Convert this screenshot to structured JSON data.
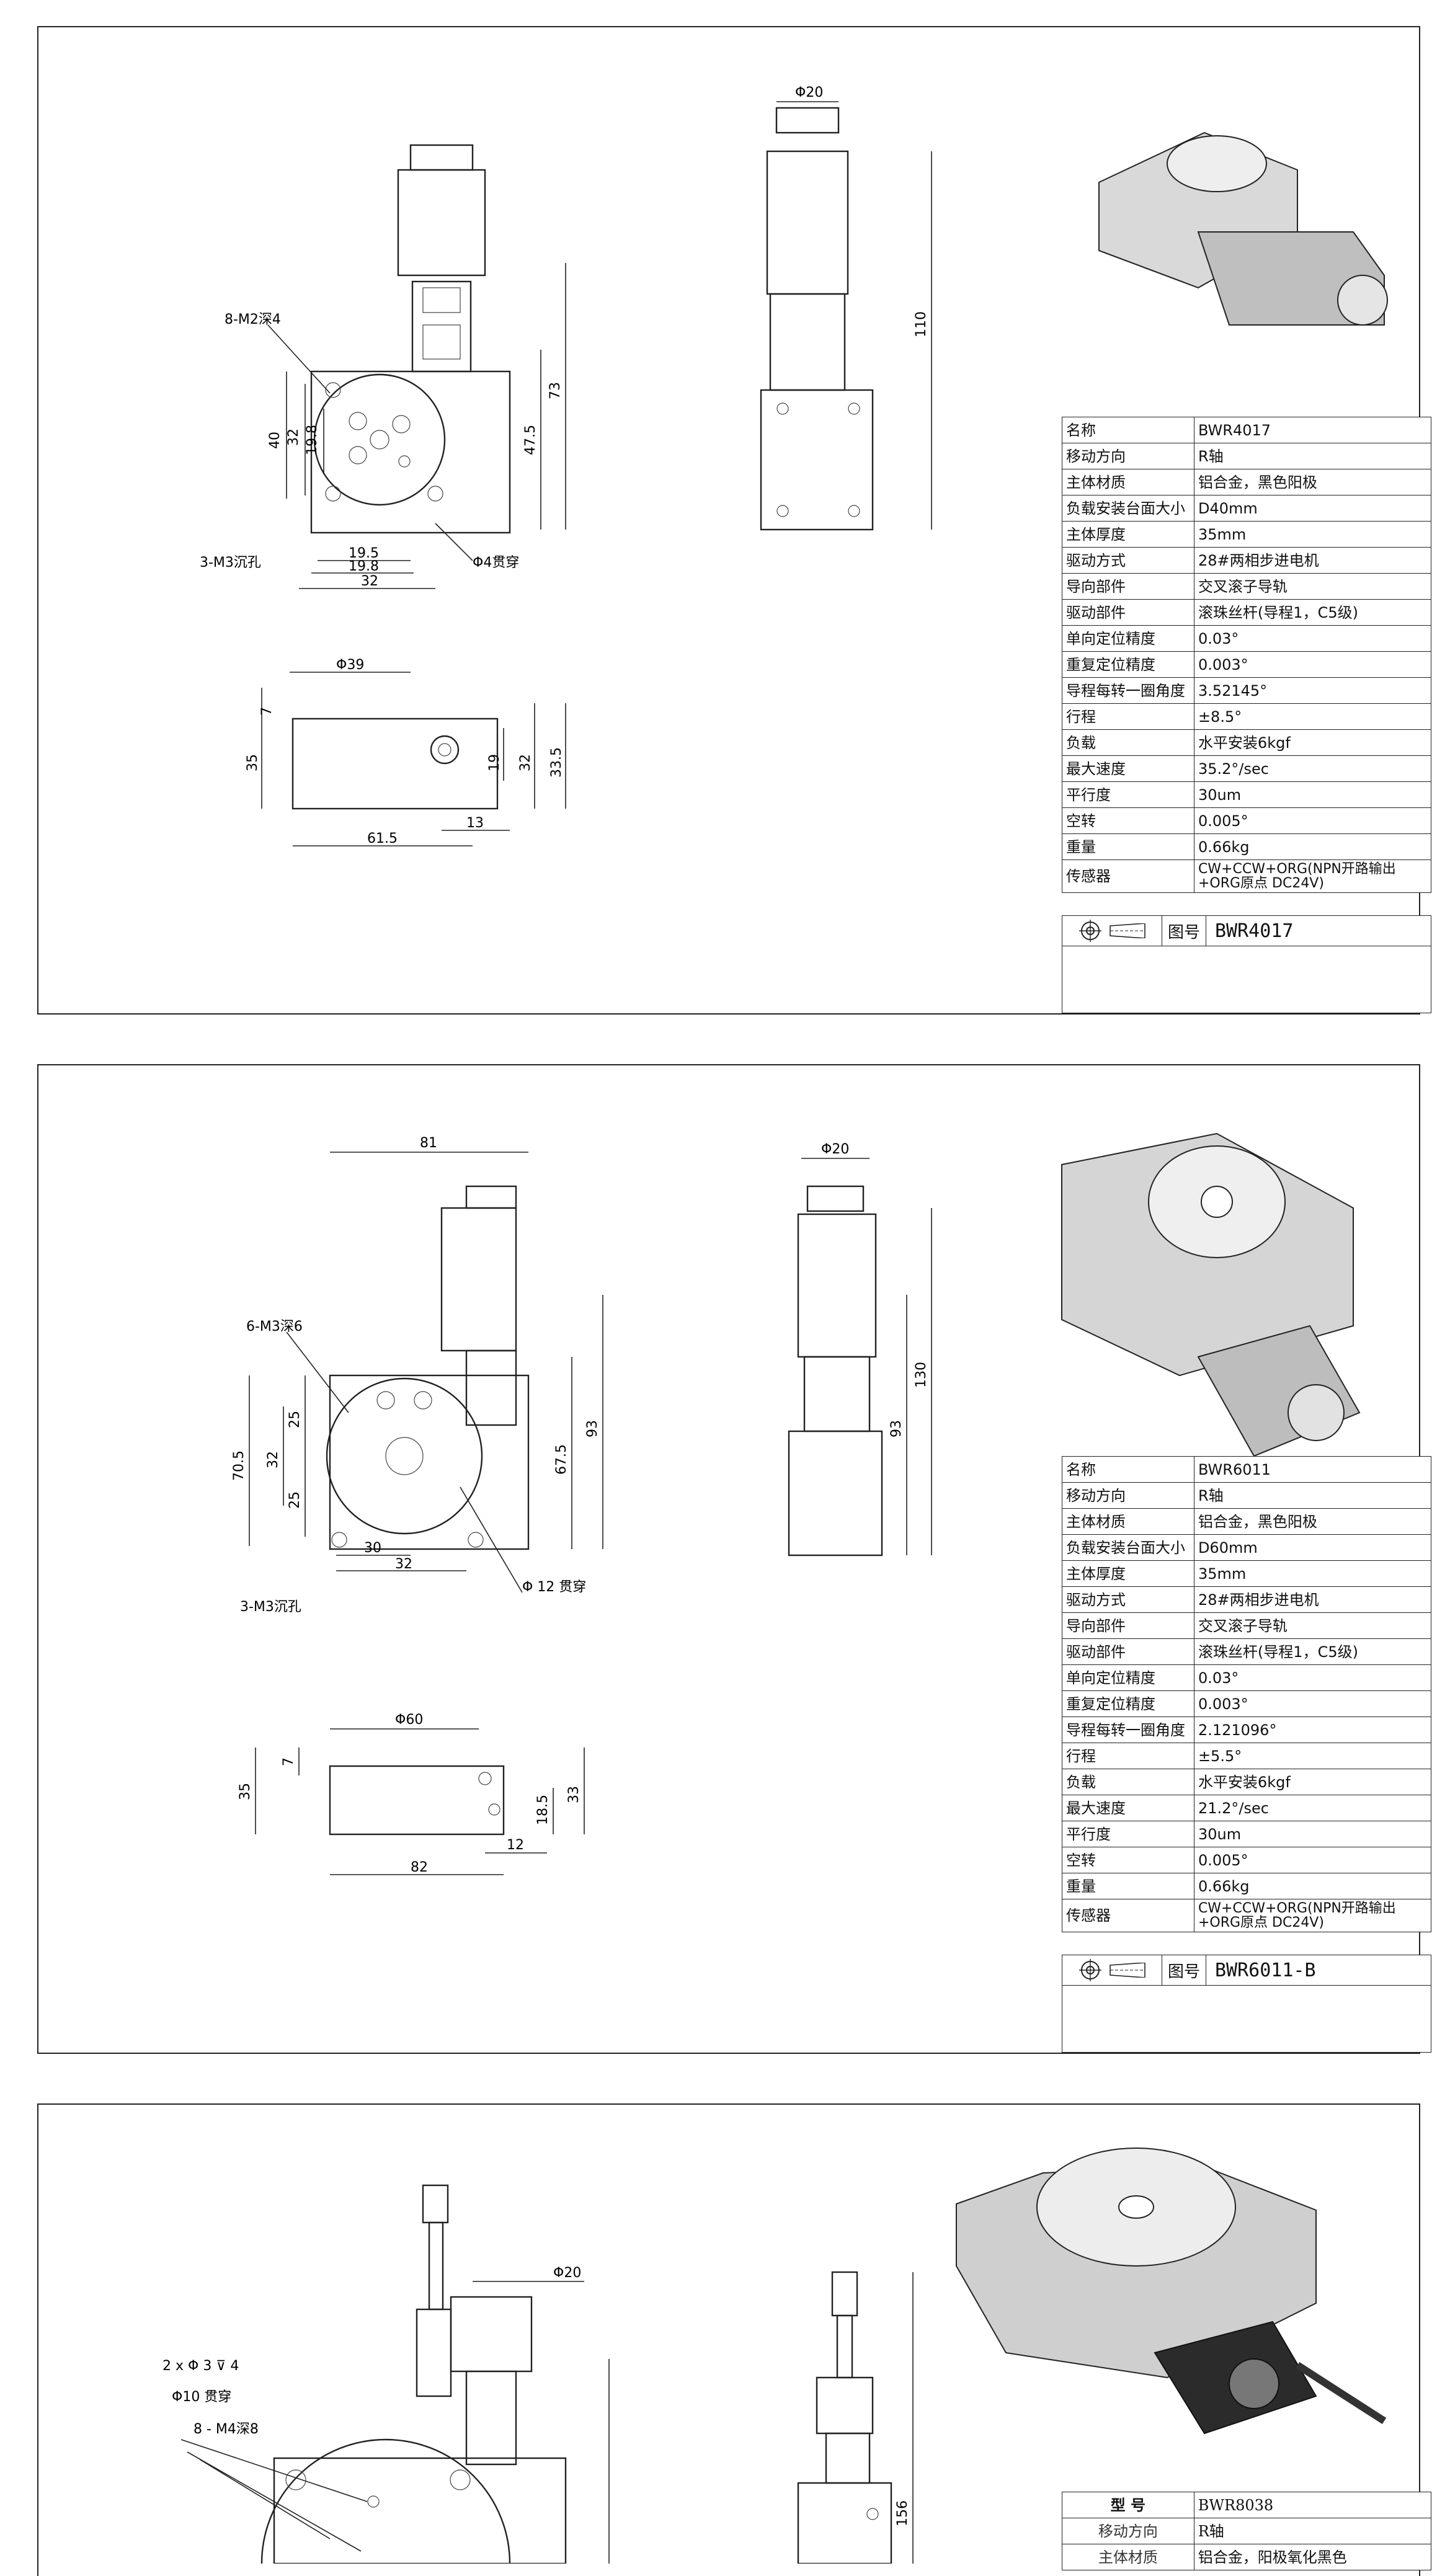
{
  "sheets": [
    {
      "title_block": {
        "drawing_no_label": "图号",
        "drawing_no": "BWR4017"
      },
      "specs": [
        {
          "k": "名称",
          "v": "BWR4017"
        },
        {
          "k": "移动方向",
          "v": "R轴"
        },
        {
          "k": "主体材质",
          "v": "铝合金，黑色阳极"
        },
        {
          "k": "负载安装台面大小",
          "v": "D40mm"
        },
        {
          "k": "主体厚度",
          "v": "35mm"
        },
        {
          "k": "驱动方式",
          "v": "28#两相步进电机"
        },
        {
          "k": "导向部件",
          "v": "交叉滚子导轨"
        },
        {
          "k": "驱动部件",
          "v": "滚珠丝杆(导程1，C5级)"
        },
        {
          "k": "单向定位精度",
          "v": "0.03°"
        },
        {
          "k": "重复定位精度",
          "v": "0.003°"
        },
        {
          "k": "导程每转一圈角度",
          "v": "3.52145°"
        },
        {
          "k": "行程",
          "v": "±8.5°"
        },
        {
          "k": "负载",
          "v": "水平安装6kgf"
        },
        {
          "k": "最大速度",
          "v": "35.2°/sec"
        },
        {
          "k": "平行度",
          "v": "30um"
        },
        {
          "k": "空转",
          "v": "0.005°"
        },
        {
          "k": "重量",
          "v": "0.66kg"
        },
        {
          "k": "传感器",
          "v": "CW+CCW+ORG(NPN开路输出+ORG原点 DC24V)"
        }
      ],
      "dims": {
        "thread": "8-M2深4",
        "d40": "40",
        "d32": "32",
        "d19_8": "19.8",
        "d19_5": "19.5",
        "d19_8b": "19.8",
        "d32b": "32",
        "counterbore": "3-M3沉孔",
        "through": "Φ4贯穿",
        "h47_5": "47.5",
        "h73": "73",
        "top_phi": "Φ20",
        "h110": "110",
        "phi39": "Φ39",
        "d7": "7",
        "d35": "35",
        "d19": "19",
        "d32c": "32",
        "d33_5": "33.5",
        "d13": "13",
        "d61_5": "61.5"
      }
    },
    {
      "title_block": {
        "drawing_no_label": "图号",
        "drawing_no": "BWR6011-B"
      },
      "specs": [
        {
          "k": "名称",
          "v": "BWR6011"
        },
        {
          "k": "移动方向",
          "v": "R轴"
        },
        {
          "k": "主体材质",
          "v": "铝合金，黑色阳极"
        },
        {
          "k": "负载安装台面大小",
          "v": "D60mm"
        },
        {
          "k": "主体厚度",
          "v": "35mm"
        },
        {
          "k": "驱动方式",
          "v": "28#两相步进电机"
        },
        {
          "k": "导向部件",
          "v": "交叉滚子导轨"
        },
        {
          "k": "驱动部件",
          "v": "滚珠丝杆(导程1，C5级)"
        },
        {
          "k": "单向定位精度",
          "v": "0.03°"
        },
        {
          "k": "重复定位精度",
          "v": "0.003°"
        },
        {
          "k": "导程每转一圈角度",
          "v": "2.121096°"
        },
        {
          "k": "行程",
          "v": "±5.5°"
        },
        {
          "k": "负载",
          "v": "水平安装6kgf"
        },
        {
          "k": "最大速度",
          "v": "21.2°/sec"
        },
        {
          "k": "平行度",
          "v": "30um"
        },
        {
          "k": "空转",
          "v": "0.005°"
        },
        {
          "k": "重量",
          "v": "0.66kg"
        },
        {
          "k": "传感器",
          "v": "CW+CCW+ORG(NPN开路输出+ORG原点 DC24V)"
        }
      ],
      "dims": {
        "w81": "81",
        "thread": "6-M3深6",
        "d70_5": "70.5",
        "d32": "32",
        "d25a": "25",
        "d25b": "25",
        "d30": "30",
        "d32b": "32",
        "counterbore": "3-M3沉孔",
        "through": "Φ 12 贯穿",
        "h67_5": "67.5",
        "h93": "93",
        "top_phi": "Φ20",
        "h130": "130",
        "h93b": "93",
        "phi60": "Φ60",
        "d7": "7",
        "d35": "35",
        "d18_5": "18.5",
        "d33": "33",
        "d12": "12",
        "d82": "82"
      }
    },
    {
      "specs": [
        {
          "k": "型 号",
          "v": "BWR8038"
        },
        {
          "k": "移动方向",
          "v": "R轴"
        },
        {
          "k": "主体材质",
          "v": "铝合金，阳极氧化黑色"
        }
      ],
      "dims": {
        "holes": "2 x Φ 3 ⊽ 4",
        "through": "Φ10 贯穿",
        "thread": "8 - M4深8",
        "top_phi": "Φ20",
        "h156": "156"
      }
    }
  ]
}
